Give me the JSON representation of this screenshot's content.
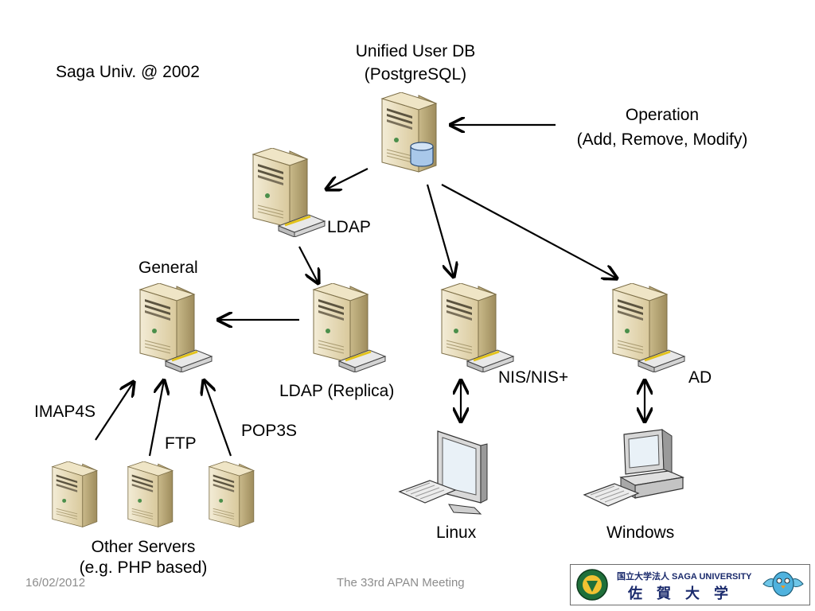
{
  "title_note": "Saga Univ. @ 2002",
  "unified_db": {
    "line1": "Unified User DB",
    "line2": "(PostgreSQL)"
  },
  "operation": {
    "line1": "Operation",
    "line2": "(Add, Remove, Modify)"
  },
  "ldap": "LDAP",
  "general": "General",
  "ldap_replica": "LDAP (Replica)",
  "nis": "NIS/NIS+",
  "ad": "AD",
  "imap": "IMAP4S",
  "ftp": "FTP",
  "pop": "POP3S",
  "linux": "Linux",
  "windows": "Windows",
  "other_servers": {
    "line1": "Other Servers",
    "line2": "(e.g. PHP based)"
  },
  "footer": {
    "date": "16/02/2012",
    "meeting": "The 33rd APAN Meeting"
  },
  "logo": {
    "line1": "国立大学法人 SAGA UNIVERSITY",
    "line2": "佐賀大学"
  },
  "colors": {
    "server_body": "#e3d7b4",
    "server_shadow": "#b9a879",
    "arrow": "#000000",
    "footer_text": "#8c8c8c",
    "db_blue": "#a9c8ea"
  }
}
